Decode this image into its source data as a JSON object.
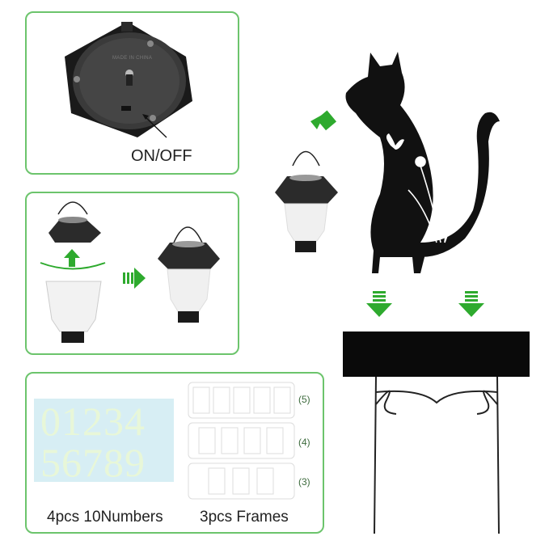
{
  "panels": {
    "switch": {
      "label": "ON/OFF",
      "tiny_text": "MADE IN CHINA"
    },
    "assembly": {},
    "accessories": {
      "numbers_label": "4pcs 10Numbers",
      "numbers_row1": "01234",
      "numbers_row2": "56789",
      "frames_label": "3pcs Frames",
      "frame_counts": [
        "(5)",
        "(4)",
        "(3)"
      ]
    }
  },
  "colors": {
    "panel_border": "#6cc46c",
    "arrow_green": "#2eaa2e",
    "silhouette": "#111111",
    "glow_numbers": "#e8f7d8"
  },
  "icons": [
    "hexagon-lamp-base",
    "solar-lantern",
    "cat-silhouette",
    "green-arrow",
    "butterfly",
    "flower",
    "sign-board",
    "metal-stand"
  ]
}
